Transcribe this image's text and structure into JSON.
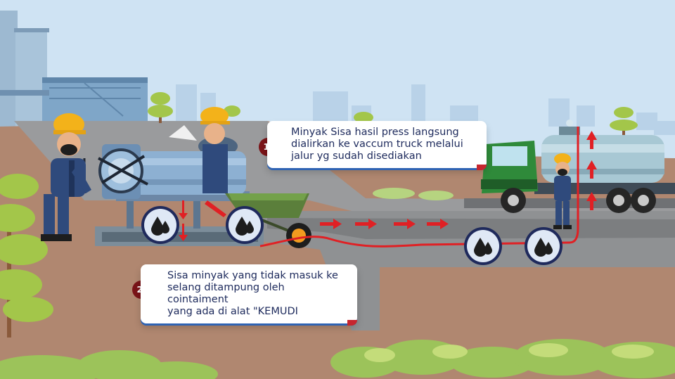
{
  "steps": [
    {
      "number": "1.",
      "lines": [
        "Minyak Sisa hasil press langsung",
        "dialirkan ke vaccum truck melalui",
        "jalur yg sudah disediakan"
      ]
    },
    {
      "number": "2.",
      "lines": [
        "Sisa minyak yang tidak masuk ke",
        "selang ditampung oleh cointaiment",
        "yang ada di alat \"KEMUDI"
      ]
    }
  ],
  "icons": {
    "oil_drop": "oil-drop-icon",
    "flow_arrow": "arrow-right-icon"
  },
  "colors": {
    "sky": "#cfe3f3",
    "ground": "#b5876c",
    "trench": "#8e9092",
    "pipe": "#e02024",
    "badge": "#7a1418",
    "truck_cab": "#2f8a3a",
    "tank": "#9fc0cc",
    "machine": "#7fa3c8",
    "helmet": "#f3b21a",
    "foliage": "#9ac241"
  }
}
